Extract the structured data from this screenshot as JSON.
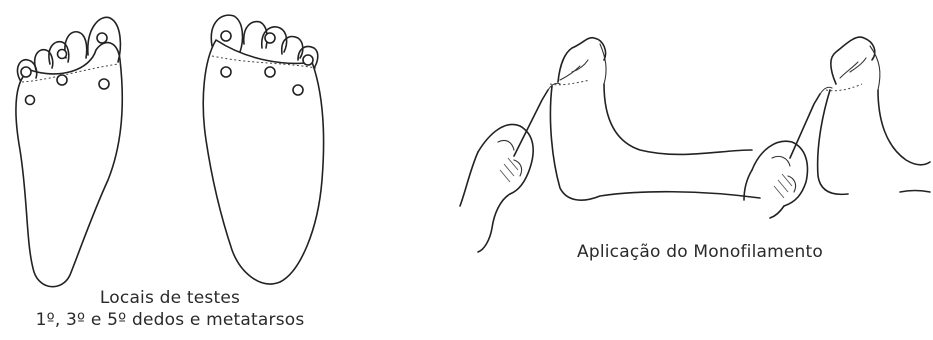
{
  "captions": {
    "test_sites_line1": "Locais de testes",
    "test_sites_line2": "1º, 3º e 5º dedos e metatarsos",
    "application": "Aplicação do Monofilamento"
  },
  "colors": {
    "ink": "#222222",
    "background": "#ffffff"
  },
  "icons": [
    "left-foot-sole-icon",
    "right-foot-sole-icon",
    "test-site-marker-icon",
    "hand-with-monofilament-icon"
  ]
}
